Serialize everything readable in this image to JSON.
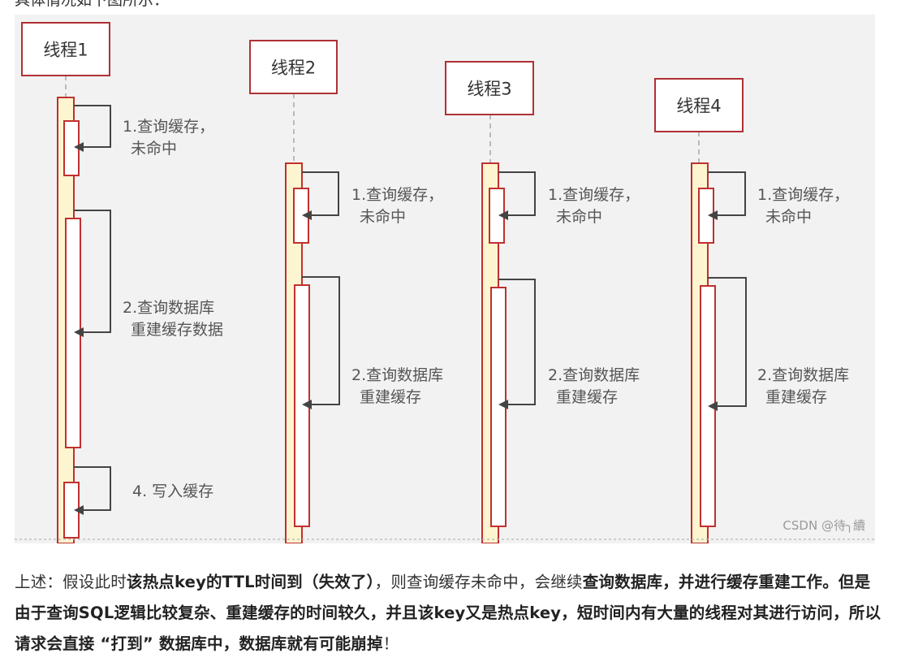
{
  "caption_top": "具体情况如下图所示：",
  "figure": {
    "watermark": "CSDN @待╮續",
    "threads": [
      {
        "title": "线程1",
        "steps": [
          {
            "lines": [
              "1.查询缓存，",
              "未命中"
            ]
          },
          {
            "lines": [
              "2.查询数据库",
              "重建缓存数据"
            ]
          },
          {
            "lines": [
              "4. 写入缓存"
            ]
          }
        ]
      },
      {
        "title": "线程2",
        "steps": [
          {
            "lines": [
              "1.查询缓存，",
              "未命中"
            ]
          },
          {
            "lines": [
              "2.查询数据库",
              "重建缓存"
            ]
          }
        ]
      },
      {
        "title": "线程3",
        "steps": [
          {
            "lines": [
              "1.查询缓存，",
              "未命中"
            ]
          },
          {
            "lines": [
              "2.查询数据库",
              "重建缓存"
            ]
          }
        ]
      },
      {
        "title": "线程4",
        "steps": [
          {
            "lines": [
              "1.查询缓存，",
              "未命中"
            ]
          },
          {
            "lines": [
              "2.查询数据库",
              "重建缓存"
            ]
          }
        ]
      }
    ]
  },
  "paragraph": {
    "segments": [
      {
        "text": " 上述：假设此时",
        "bold": false
      },
      {
        "text": "该热点key的TTL时间到（失效了）",
        "bold": true
      },
      {
        "text": "，则查询缓存未命中，会继续",
        "bold": false
      },
      {
        "text": "查询数据库，并进行缓存重建工作。但是由于查询SQL逻辑比较复杂、重建缓存的时间较久，并且该key又是热点key，短时间内有大量的线程对其进行访问，所以请求会直接 “打到” 数据库中，数据库就有可能崩掉",
        "bold": true
      },
      {
        "text": "！",
        "bold": false
      }
    ]
  }
}
